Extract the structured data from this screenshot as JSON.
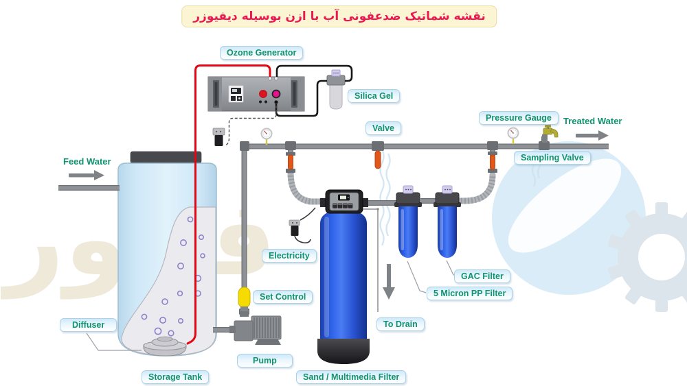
{
  "title": {
    "text": "نقشه شماتیک ضدعفونی آب با ازن بوسیله دیفیوزر"
  },
  "labels": {
    "ozone_generator": "Ozone Generator",
    "silica_gel": "Silica Gel",
    "valve": "Valve",
    "pressure_gauge": "Pressure Gauge",
    "treated_water": "Treated Water",
    "sampling_valve": "Sampling Valve",
    "feed_water": "Feed Water",
    "electricity": "Electricity",
    "set_control": "Set Control",
    "diffuser": "Diffuser",
    "pump": "Pump",
    "storage_tank": "Storage Tank",
    "sand_multimedia_filter": "Sand / Multimedia Filter",
    "to_drain": "To Drain",
    "five_micron_pp_filter": "5 Micron PP Filter",
    "gac_filter": "GAC Filter"
  },
  "colors": {
    "label_text": "#10936f",
    "title_text": "#ed1851",
    "title_background": "#fcf5d4",
    "ozone_tube": "#e30613",
    "pipe": "#83878b",
    "valve_handle": "#e0571c",
    "filter_blue": "#2f63ea",
    "set_control_yellow": "#f6db00"
  }
}
